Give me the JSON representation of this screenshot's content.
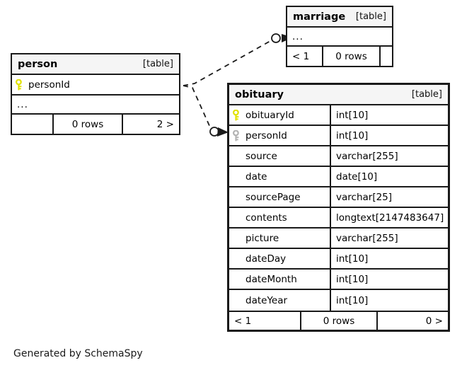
{
  "diagram": {
    "kind": "database-schema",
    "generator_caption": "Generated by SchemaSpy",
    "background_color": "#ffffff",
    "line_color": "#1a1a1a",
    "header_fill": "#f5f5f5",
    "pk_key_color": "#e2e200",
    "fk_key_color": "#b3b3b3"
  },
  "tables": {
    "marriage": {
      "name": "marriage",
      "kind_label": "[table]",
      "ellipsis": "...",
      "footer": {
        "left": "< 1",
        "middle": "0 rows",
        "right": ""
      }
    },
    "person": {
      "name": "person",
      "kind_label": "[table]",
      "columns": [
        {
          "key": "primary",
          "name": "personId"
        }
      ],
      "ellipsis": "...",
      "footer": {
        "left": "",
        "middle": "0 rows",
        "right": "2 >"
      }
    },
    "obituary": {
      "name": "obituary",
      "kind_label": "[table]",
      "columns": [
        {
          "key": "primary",
          "name": "obituaryId",
          "type": "int[10]"
        },
        {
          "key": "foreign",
          "name": "personId",
          "type": "int[10]"
        },
        {
          "key": "none",
          "name": "source",
          "type": "varchar[255]"
        },
        {
          "key": "none",
          "name": "date",
          "type": "date[10]"
        },
        {
          "key": "none",
          "name": "sourcePage",
          "type": "varchar[25]"
        },
        {
          "key": "none",
          "name": "contents",
          "type": "longtext[2147483647]"
        },
        {
          "key": "none",
          "name": "picture",
          "type": "varchar[255]"
        },
        {
          "key": "none",
          "name": "dateDay",
          "type": "int[10]"
        },
        {
          "key": "none",
          "name": "dateMonth",
          "type": "int[10]"
        },
        {
          "key": "none",
          "name": "dateYear",
          "type": "int[10]"
        }
      ],
      "footer": {
        "left": "< 1",
        "middle": "0 rows",
        "right": "0 >"
      }
    }
  },
  "relationships": [
    {
      "from": "person",
      "to": "marriage",
      "style": "dashed",
      "from_marker": "none",
      "to_marker": "circle-arrow"
    },
    {
      "from": "person",
      "to": "obituary",
      "style": "dashed",
      "from_marker": "none",
      "to_marker": "circle-arrow"
    }
  ]
}
